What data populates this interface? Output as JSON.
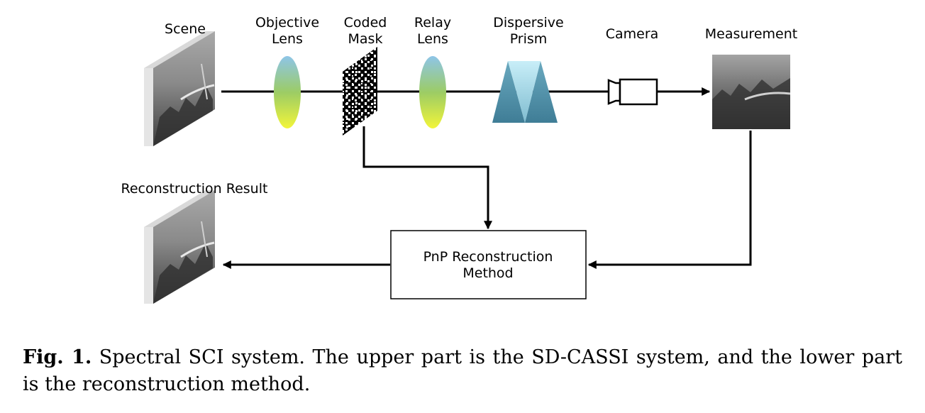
{
  "labels": {
    "scene": "Scene",
    "objective_lens_1": "Objective",
    "objective_lens_2": "Lens",
    "coded_mask_1": "Coded",
    "coded_mask_2": "Mask",
    "relay_lens_1": "Relay",
    "relay_lens_2": "Lens",
    "dispersive_prism_1": "Dispersive",
    "dispersive_prism_2": "Prism",
    "camera": "Camera",
    "measurement": "Measurement",
    "reconstruction_result": "Reconstruction Result",
    "pnp_line_1": "PnP Reconstruction",
    "pnp_line_2": "Method"
  },
  "caption": {
    "prefix": "Fig. 1.",
    "text": "Spectral SCI system. The upper part is the SD-CASSI system, and the lower part is the reconstruction method."
  },
  "colors": {
    "lens_top": "#8ec5e8",
    "lens_mid": "#9ccc65",
    "lens_bottom": "#f2f53a",
    "prism_dark": "#4a8aa3",
    "prism_light": "#b8e3ef"
  }
}
